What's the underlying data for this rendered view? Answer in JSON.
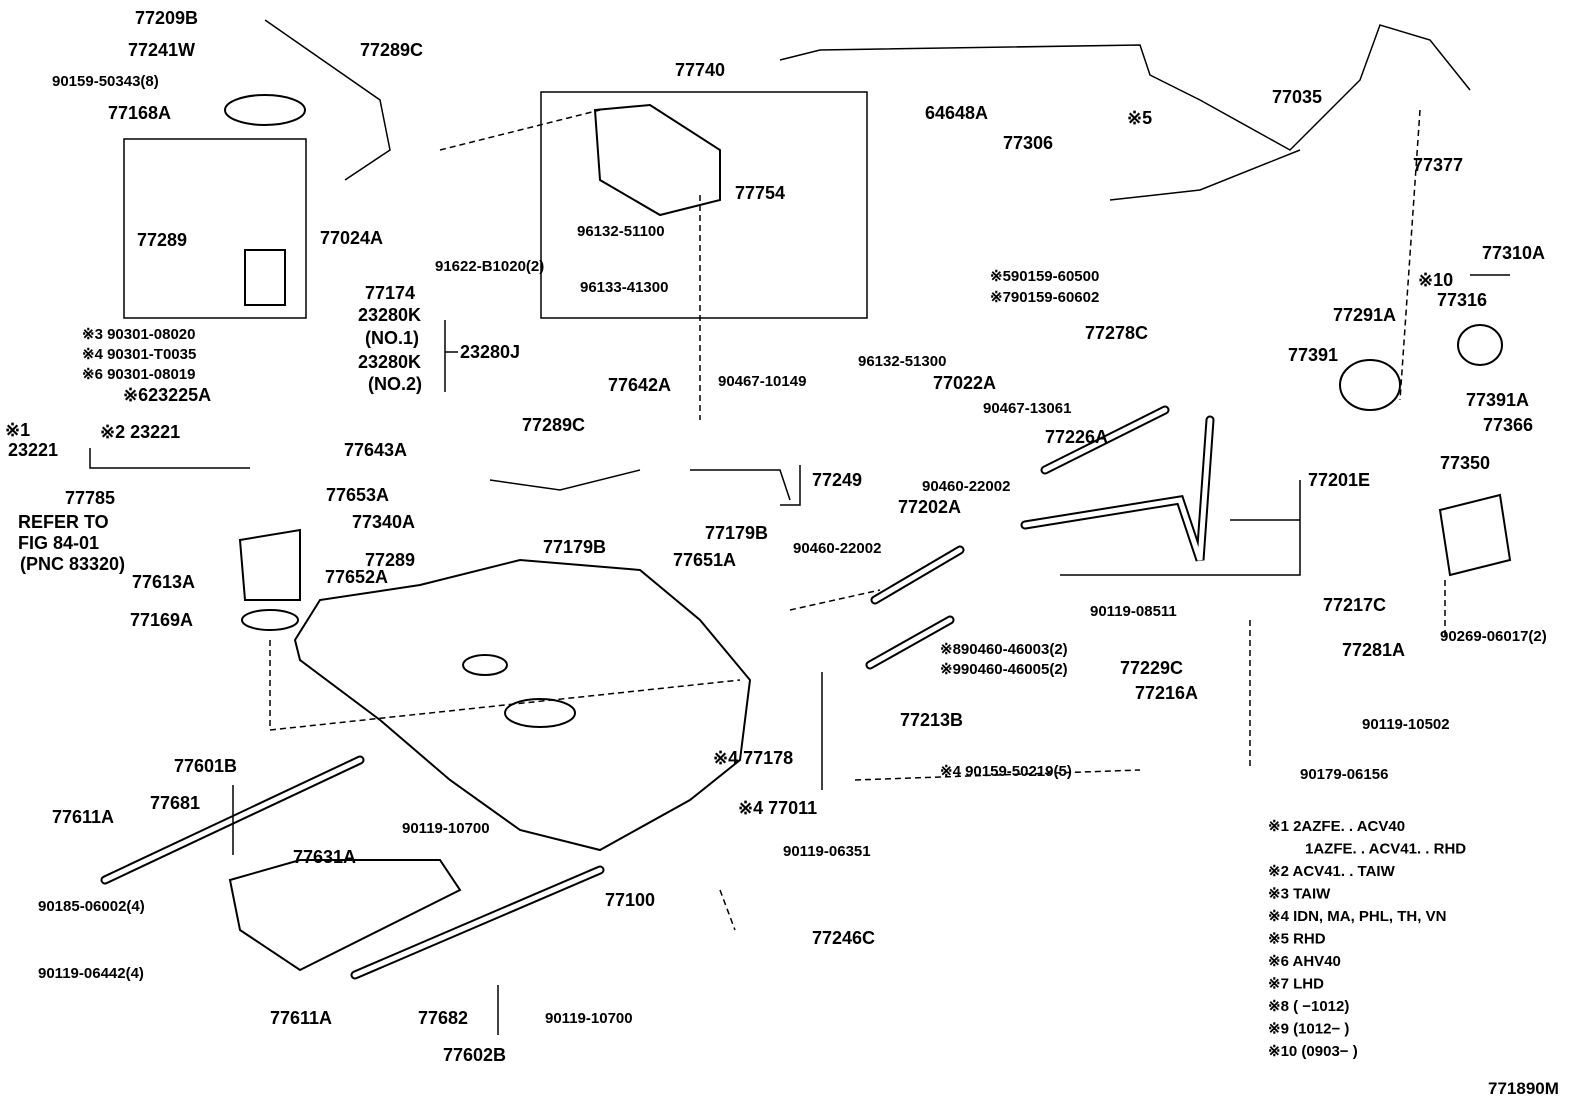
{
  "labels": [
    "77209B",
    "77241W",
    "90159-50343(8)",
    "77289C",
    "77168A",
    "77740",
    "※5",
    "77035",
    "64648A",
    "77306",
    "77377",
    "77754",
    "96132-51100",
    "96133-41300",
    "77289",
    "77024A",
    "91622-B1020(2)",
    "※590159-60500",
    "※790159-60602",
    "77310A",
    "※10",
    "77316",
    "77174",
    "23280K",
    "(NO.1)",
    "23280J",
    "23280K",
    "(NO.2)",
    "※3 90301-08020",
    "※4 90301-T0035",
    "※6 90301-08019",
    "※623225A",
    "77291A",
    "77278C",
    "77391",
    "96132-51300",
    "77022A",
    "90467-10149",
    "77642A",
    "77391A",
    "90467-13061",
    "77289C",
    "77366",
    "※1",
    "23221",
    "※2 23221",
    "77643A",
    "77226A",
    "77350",
    "77249",
    "77201E",
    "90460-22002",
    "77785",
    "77653A",
    "REFER TO",
    "FIG 84-01",
    "(PNC 83320)",
    "77202A",
    "77340A",
    "77179B",
    "90460-22002",
    "77179B",
    "77289",
    "77651A",
    "77613A",
    "77652A",
    "77169A",
    "90119-08511",
    "77217C",
    "90269-06017(2)",
    "※890460-46003(2)",
    "※990460-46005(2)",
    "77229C",
    "77281A",
    "77216A",
    "77213B",
    "90119-10502",
    "※4 77178",
    "77601B",
    "※4 90159-50219(5)",
    "90179-06156",
    "77681",
    "※4 77011",
    "77611A",
    "90119-10700",
    "90119-06351",
    "77631A",
    "77100",
    "90185-06002(4)",
    "77246C",
    "90119-06442(4)",
    "77611A",
    "77682",
    "90119-10700",
    "77602B"
  ],
  "notes": [
    "※1  2AZFE. . ACV40",
    "1AZFE. . ACV41. . RHD",
    "※2  ACV41. . TAIW",
    "※3  TAIW",
    "※4  IDN, MA, PHL, TH, VN",
    "※5  RHD",
    "※6 AHV40",
    "※7 LHD",
    "※8 (     −1012)",
    "※9 (1012−     )",
    "※10 (0903−     )"
  ],
  "figure_code": "771890M"
}
